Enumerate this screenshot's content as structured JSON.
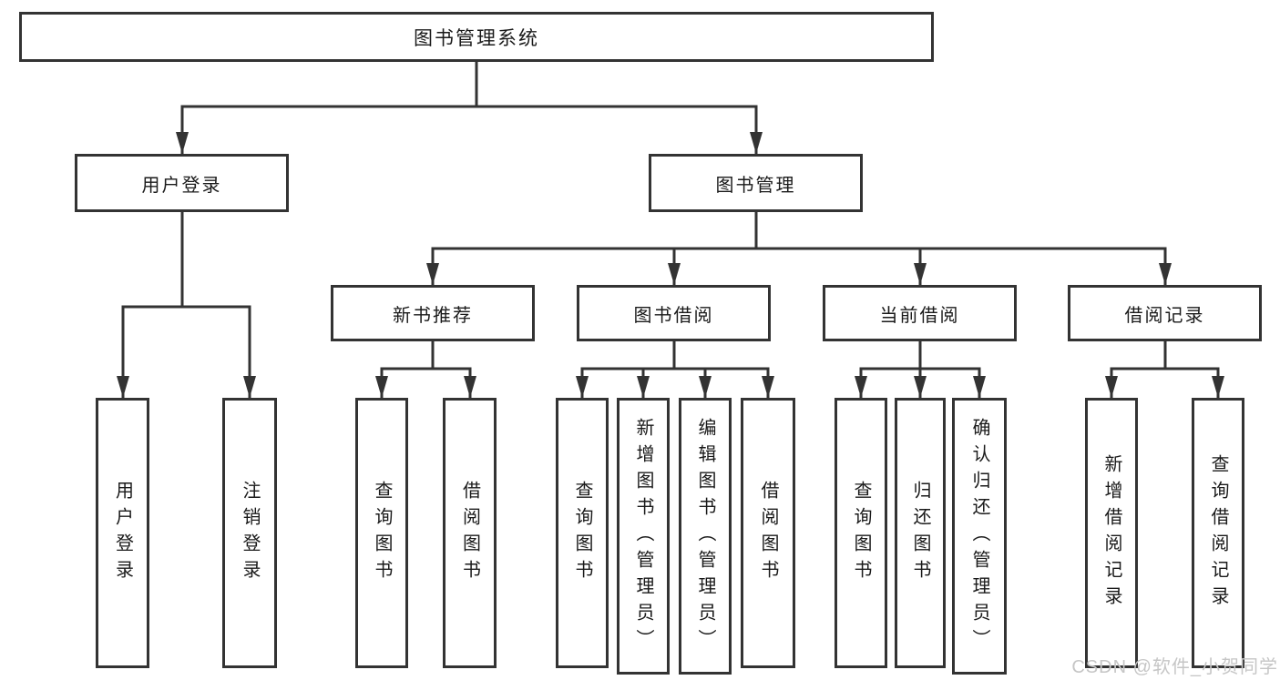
{
  "diagram": {
    "root_label": "图书管理系统",
    "branches": {
      "user_login": "用户登录",
      "book_management": "图书管理"
    },
    "sections": {
      "new_book_recommend": "新书推荐",
      "book_borrowing": "图书借阅",
      "current_borrowing": "当前借阅",
      "borrowing_records": "借阅记录"
    },
    "leaves": {
      "user_login": "用户登录",
      "logout": "注销登录",
      "nbr_query_book": "查询图书",
      "nbr_borrow_book": "借阅图书",
      "bb_query_book": "查询图书",
      "bb_add_book": "新增图书（管理员）",
      "bb_edit_book": "编辑图书（管理员）",
      "bb_borrow_book": "借阅图书",
      "cb_query_book": "查询图书",
      "cb_return_book": "归还图书",
      "cb_confirm_return": "确认归还（管理员）",
      "br_add_record": "新增借阅记录",
      "br_query_record": "查询借阅记录"
    }
  },
  "watermark": "CSDN @软件_小贺同学",
  "colors": {
    "line": "#333333",
    "text": "#1a1a1a",
    "box_background": "#ffffff",
    "page_background": "#ffffff",
    "watermark": "#c6c6c6"
  }
}
